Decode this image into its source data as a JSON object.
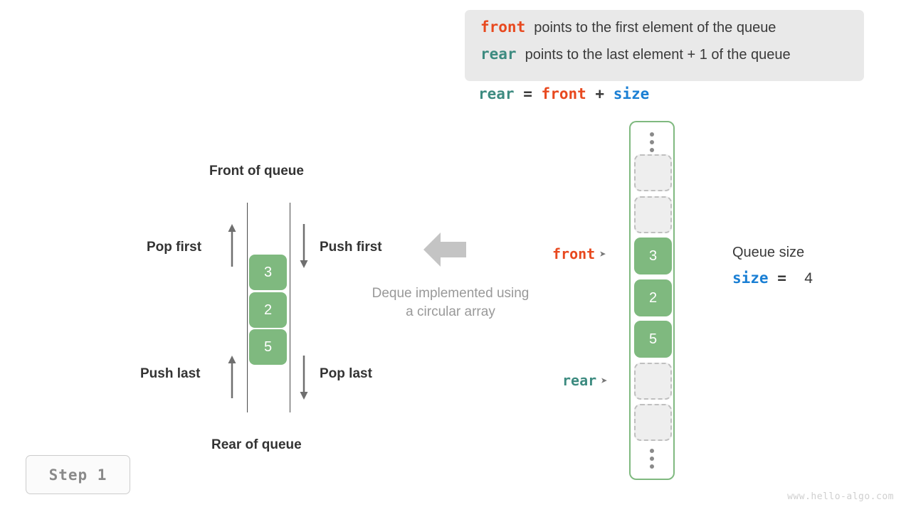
{
  "legend": {
    "lines": [
      {
        "keyword": "front",
        "text": "points to the first element of the queue",
        "color": "#e8491f"
      },
      {
        "keyword": "rear",
        "text": "points to the last element + 1 of the queue",
        "color": "#3d8b80"
      }
    ]
  },
  "formula": {
    "lhs": "rear",
    "eq": "=",
    "rhs1": "front",
    "plus": "+",
    "rhs2": "size"
  },
  "deque": {
    "front_label": "Front of queue",
    "rear_label": "Rear of queue",
    "pop_first": "Pop first",
    "push_first": "Push first",
    "push_last": "Push last",
    "pop_last": "Pop last",
    "cells": [
      "3",
      "2",
      "5"
    ],
    "note_line1": "Deque implemented using",
    "note_line2": "a circular array"
  },
  "array": {
    "slots": [
      {
        "type": "empty",
        "value": ""
      },
      {
        "type": "empty",
        "value": ""
      },
      {
        "type": "filled",
        "value": "3"
      },
      {
        "type": "filled",
        "value": "2"
      },
      {
        "type": "filled",
        "value": "5"
      },
      {
        "type": "empty",
        "value": ""
      },
      {
        "type": "empty",
        "value": ""
      }
    ],
    "front_pointer": "front",
    "rear_pointer": "rear",
    "pointer_arrow": "➤"
  },
  "size_info": {
    "title": "Queue size",
    "name": "size",
    "equals": "=",
    "value": "4"
  },
  "step_badge": "Step 1",
  "watermark": "www.hello-algo.com",
  "colors": {
    "front": "#e8491f",
    "rear": "#3d8b80",
    "size": "#1a7fd4",
    "cell_green": "#7fb97f",
    "muted": "#999999"
  }
}
